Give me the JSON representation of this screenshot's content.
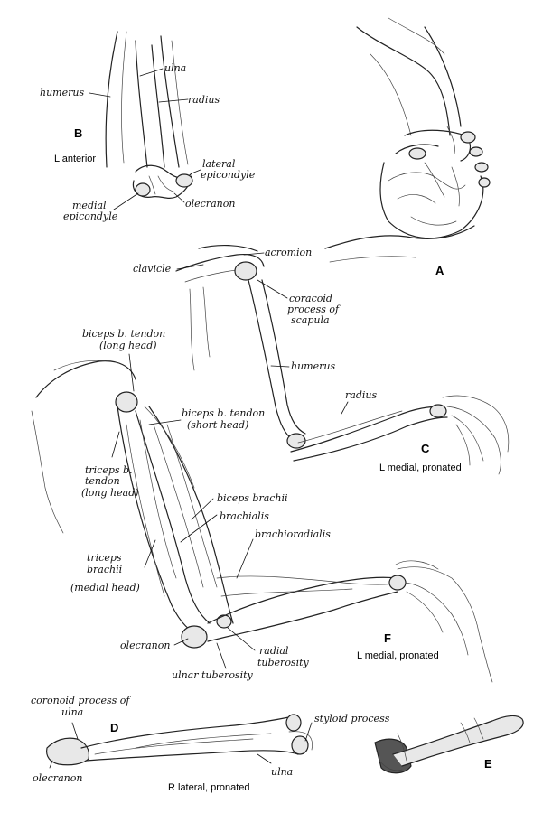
{
  "figures": {
    "A": {
      "letter": "A"
    },
    "B": {
      "letter": "B",
      "view": "L anterior",
      "labels": {
        "ulna": "ulna",
        "humerus": "humerus",
        "radius": "radius",
        "lateral_epicondyle_1": "lateral",
        "lateral_epicondyle_2": "epicondyle",
        "medial_epicondyle_1": "medial",
        "medial_epicondyle_2": "epicondyle",
        "olecranon": "olecranon"
      }
    },
    "C": {
      "letter": "C",
      "view": "L medial, pronated",
      "labels": {
        "acromion": "acromion",
        "clavicle": "clavicle",
        "coracoid_1": "coracoid",
        "coracoid_2": "process of",
        "coracoid_3": "scapula",
        "humerus": "humerus",
        "radius": "radius"
      }
    },
    "F": {
      "letter": "F",
      "view": "L medial, pronated",
      "labels": {
        "biceps_long_1": "biceps b. tendon",
        "biceps_long_2": "(long head)",
        "biceps_short_1": "biceps b. tendon",
        "biceps_short_2": "(short head)",
        "triceps_tendon_1": "triceps b.",
        "triceps_tendon_2": "tendon",
        "triceps_tendon_3": "(long head)",
        "biceps_brachii": "biceps brachii",
        "brachialis": "brachialis",
        "brachioradialis": "brachioradialis",
        "triceps_medial_1": "triceps",
        "triceps_medial_2": "brachii",
        "triceps_medial_3": "(medial head)",
        "olecranon": "olecranon",
        "radial_tuberosity_1": "radial",
        "radial_tuberosity_2": "tuberosity",
        "ulnar_tuberosity": "ulnar tuberosity"
      }
    },
    "D": {
      "letter": "D",
      "view": "R lateral, pronated",
      "labels": {
        "coronoid_1": "coronoid process of",
        "coronoid_2": "ulna",
        "styloid": "styloid process",
        "olecranon": "olecranon",
        "ulna": "ulna"
      }
    },
    "E": {
      "letter": "E"
    }
  }
}
